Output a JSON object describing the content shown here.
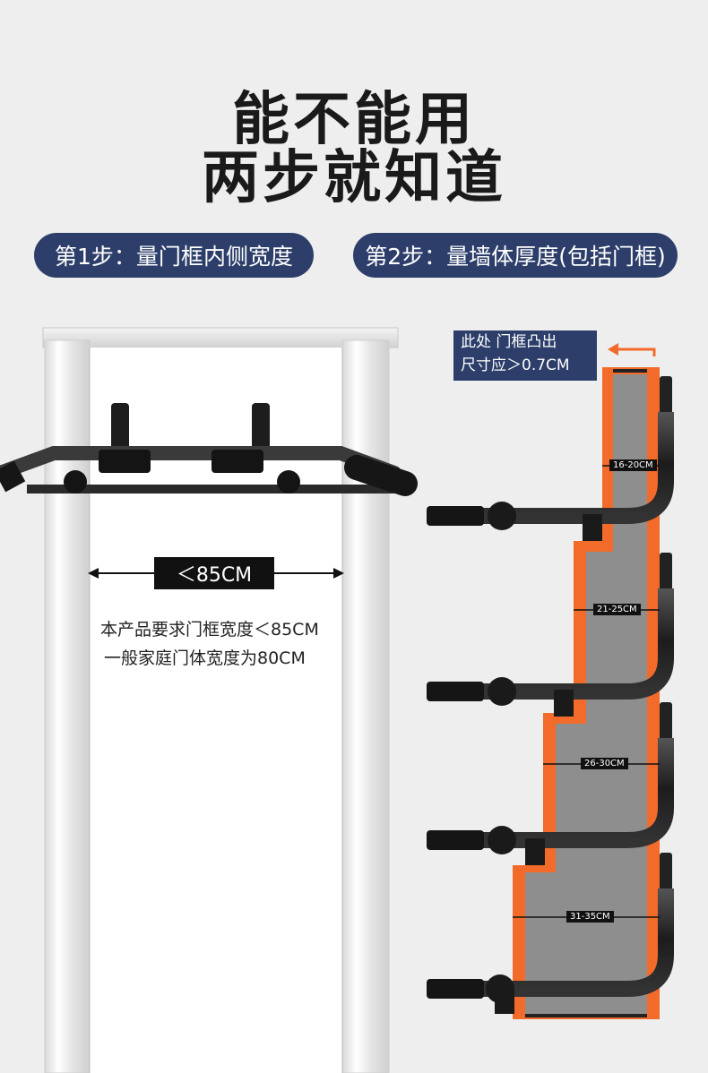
{
  "heading": {
    "line1": "能不能用",
    "line2": "两步就知道"
  },
  "steps": {
    "step1": "第1步：量门框内侧宽度",
    "step2": "第2步：量墙体厚度(包括门框)"
  },
  "frame": {
    "width_label": "＜85CM",
    "note_line1": "本产品要求门框宽度＜85CM",
    "note_line2": "一般家庭门体宽度为80CM"
  },
  "wall": {
    "callout_line1": "此处 门框凸出",
    "callout_line2": "尺寸应＞0.7CM",
    "ranges": [
      "16-20CM",
      "21-25CM",
      "26-30CM",
      "31-35CM"
    ]
  },
  "colors": {
    "navy": "#2c3e69",
    "orange": "#f26b2a",
    "wall_gray": "#8e8e8e"
  }
}
